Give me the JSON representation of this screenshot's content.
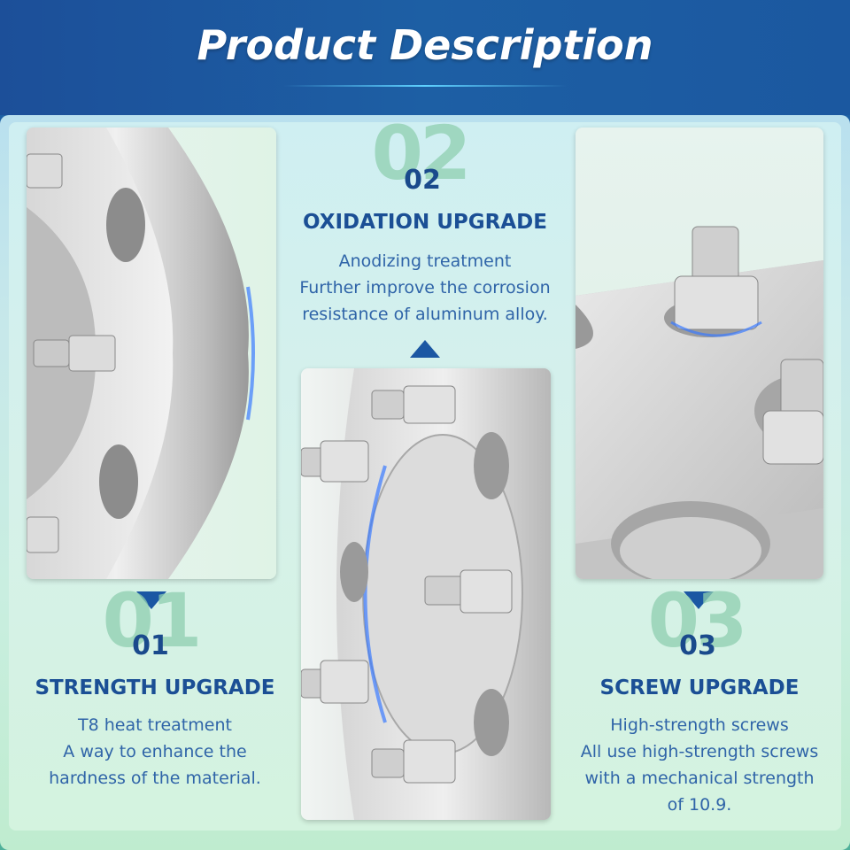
{
  "title": "Product Description",
  "features": [
    {
      "number": "01",
      "heading": "STRENGTH UPGRADE",
      "lines": [
        "T8 heat treatment",
        "A way to enhance the",
        "hardness of the material."
      ]
    },
    {
      "number": "02",
      "heading": "OXIDATION UPGRADE",
      "lines": [
        "Anodizing treatment",
        "Further improve the corrosion",
        "resistance of aluminum alloy."
      ]
    },
    {
      "number": "03",
      "heading": "SCREW UPGRADE",
      "lines": [
        "High-strength screws",
        "All use high-strength screws",
        "with a mechanical strength",
        "of 10.9."
      ]
    }
  ],
  "colors": {
    "header_blue": "#1c5ea4",
    "heading_blue": "#1b4f95",
    "text_blue": "#2f64a8",
    "number_ghost": "#8fcfb0"
  }
}
